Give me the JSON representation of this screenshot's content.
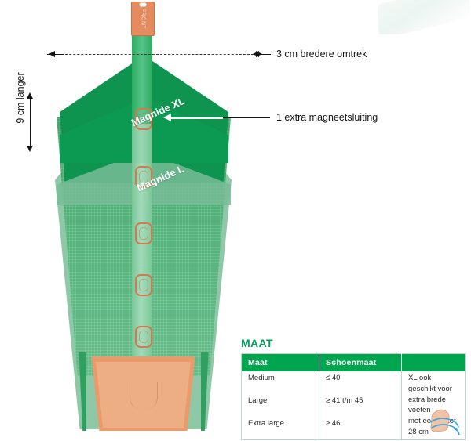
{
  "product": {
    "top_tab_label": "FRONT",
    "label_xl": "Magnide XL",
    "label_l": "Magnide L",
    "magnet_count": 5,
    "colors": {
      "green_dark": "#0f9450",
      "green_mid": "#30a05f",
      "green_light": "#78bc96",
      "salmon": "#eb9a6b",
      "magnet_outline": "#d4794f"
    }
  },
  "annotations": {
    "width_note": "3 cm bredere omtrek",
    "magnet_note": "1 extra magneetsluiting",
    "length_note": "9 cm langer",
    "guide_color": "#2aa3e8"
  },
  "size_section": {
    "title": "MAAT",
    "headers": [
      "Maat",
      "Schoenmaat",
      ""
    ],
    "rows": [
      {
        "maat": "Medium",
        "schoenmaat": "≤ 40"
      },
      {
        "maat": "Large",
        "schoenmaat": "≥ 41 t/m 45"
      },
      {
        "maat": "Extra large",
        "schoenmaat": "≥ 46"
      }
    ],
    "note_lines": [
      "XL ook geschikt voor",
      "extra brede voeten",
      "met een cA tot 28 cm"
    ],
    "header_bg": "#00a550",
    "title_color": "#00a05a",
    "illustration": "foot-measure-icon"
  }
}
